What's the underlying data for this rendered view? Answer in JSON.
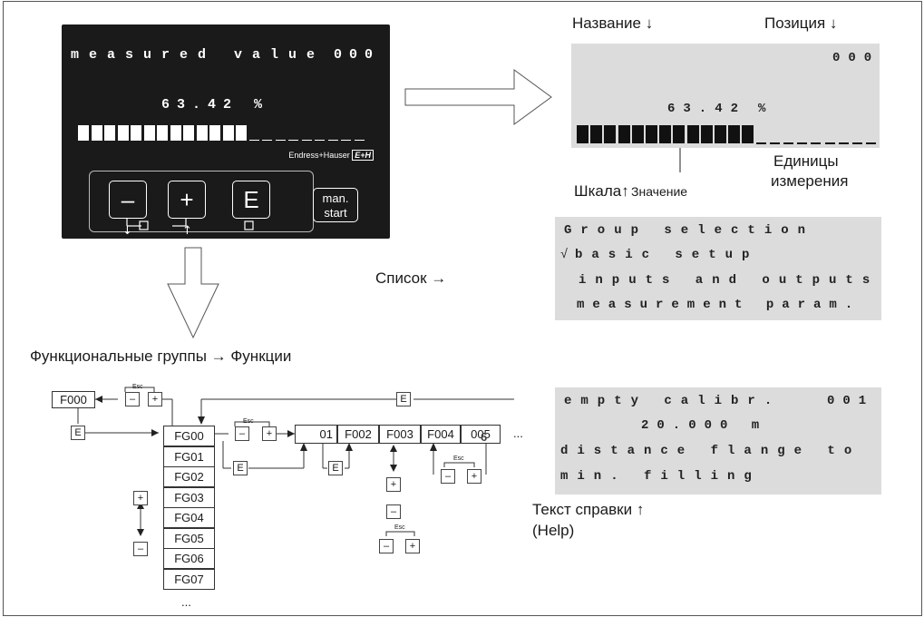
{
  "device": {
    "line1_label": "measured value",
    "line1_pos": "000",
    "value": "63.42 %",
    "brand": "Endress+Hauser",
    "keys": {
      "minus": "–",
      "plus": "+",
      "enter": "E",
      "man_line1": "man.",
      "man_line2": "start"
    },
    "bar_filled": 13,
    "bar_empty": 9
  },
  "annotated_display": {
    "name_label": "Название ↓",
    "position_label": "Позиция ↓",
    "pos_value": "000",
    "value": "63.42",
    "unit": "%",
    "scale_label": "Шкала↑",
    "value_label": "Значение",
    "units_label_1": "Единицы",
    "units_label_2": "измерения"
  },
  "group_list": {
    "title": "Group selection",
    "items": [
      "basic setup",
      "inputs and outputs",
      "measurement param."
    ],
    "check_mark": "√",
    "label": "Список →"
  },
  "help_display": {
    "line1_label": "empty calibr.",
    "line1_pos": "001",
    "line2": "20.000 m",
    "line3": "distance flange to",
    "line4": "min. filling",
    "help_label_1": "Текст справки ↑",
    "help_label_2": "(Help)"
  },
  "navigation": {
    "heading": "Функциональные группы → Функции",
    "f000": "F000",
    "groups": [
      "FG00",
      "FG01",
      "FG02",
      "FG03",
      "FG04",
      "FG05",
      "FG06",
      "FG07"
    ],
    "ellipsis": "...",
    "functions": [
      "01",
      "F002",
      "F003",
      "F004",
      "005"
    ],
    "overlap_char": "6",
    "esc": "Esc",
    "key_e": "E",
    "key_plus": "+",
    "key_minus": "–"
  }
}
